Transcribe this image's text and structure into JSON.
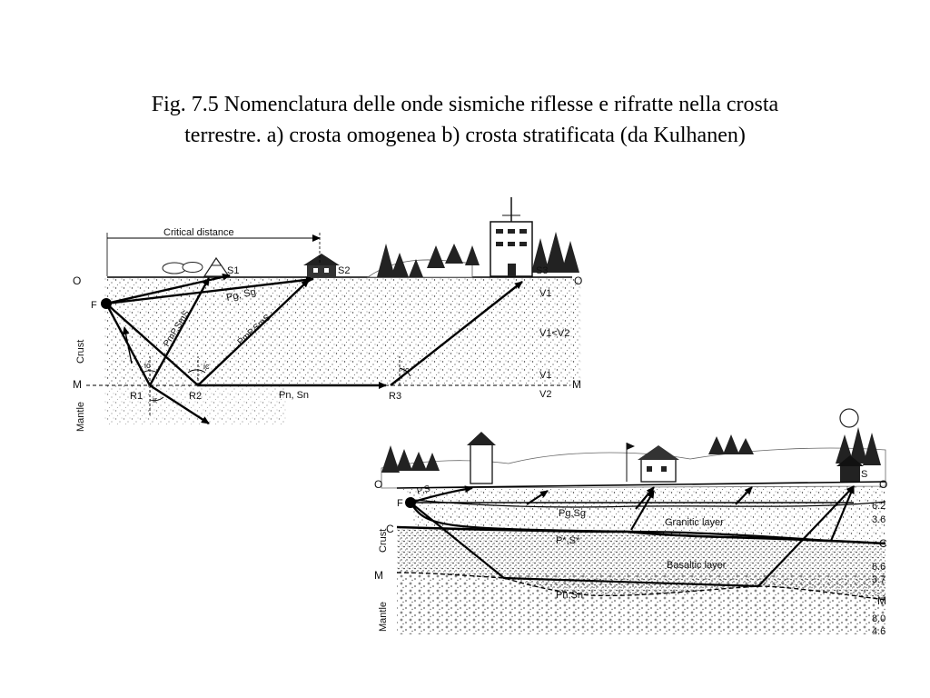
{
  "caption": {
    "line1": "Fig. 7.5 Nomenclatura delle onde sismiche riflesse e rifratte nella crosta",
    "line2": "terrestre. a) crosta omogenea b) crosta stratificata (da Kulhanen)"
  },
  "figure_a": {
    "critical_distance": "Critical distance",
    "surface_left": "O",
    "surface_right": "O",
    "moho_left": "M",
    "moho_right": "M",
    "crust": "Crust",
    "mantle": "Mantle",
    "source": "F",
    "stations": [
      "S1",
      "S2",
      "S3"
    ],
    "ray_direct": "Pg, Sg",
    "ray_reflected_1": "PmP,SmS",
    "ray_reflected_2": "PmP,SmS",
    "ray_head": "Pn, Sn",
    "points": [
      "R1",
      "R2",
      "R3"
    ],
    "angles": [
      "ic",
      "ic",
      "ic",
      "ir"
    ],
    "velocity_labels": [
      "V1",
      "V1<V2",
      "V1",
      "V2"
    ]
  },
  "figure_b": {
    "surface_left": "O",
    "surface_right": "O",
    "conrad_left": "C",
    "conrad_right": "C",
    "moho_left": "M",
    "moho_right": "M",
    "crust": "Crust",
    "mantle": "Mantle",
    "source": "F",
    "ray_bs": "P,S",
    "ray_direct": "Pg,Sg",
    "ray_conrad": "P*,S*",
    "ray_head": "Pn,Sn",
    "granitic": "Granitic layer",
    "basaltic": "Basaltic layer",
    "station": "S",
    "velocities": [
      "6.2",
      "3.6",
      "6.6",
      "3.7",
      "8.0",
      "4.6"
    ]
  }
}
